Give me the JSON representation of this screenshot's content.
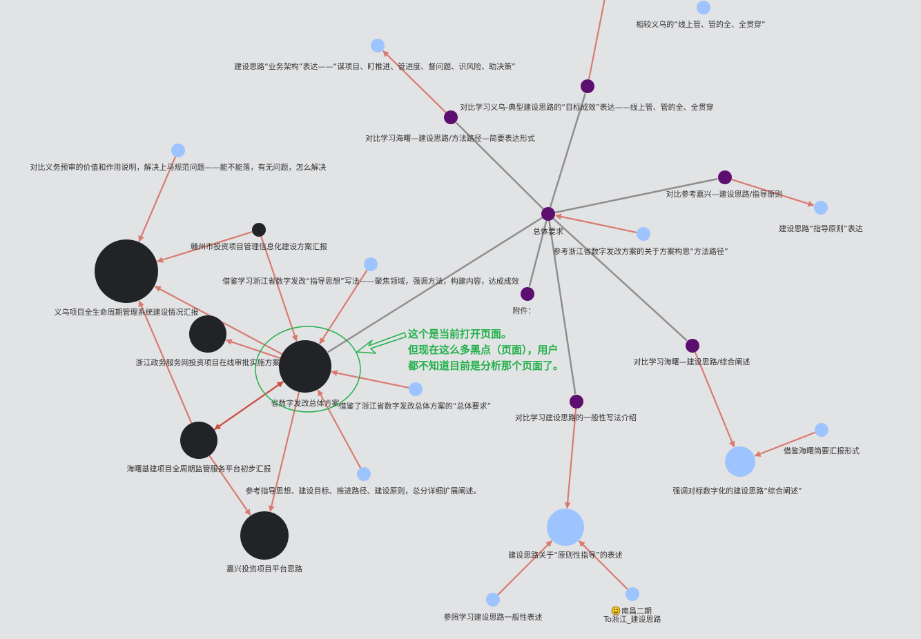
{
  "colors": {
    "background": "#e2e3e5",
    "black_node": "#222326",
    "purple_node": "#5c0f6e",
    "blue_node": "#9ec4ff",
    "red_edge": "#d97a70",
    "red_edge_dark": "#cc4d42",
    "gray_edge": "#8e8e8e",
    "annotation": "#22b04a"
  },
  "nodes": [
    {
      "id": "n_top_blue",
      "label": "相较义乌的“线上管、管的全、全贯穿”",
      "type": "blue"
    },
    {
      "id": "n_yewu",
      "label": "建设思路“业务架构”表达——“谋项目、盯推进、管进度、督问题、识风险、助决策”",
      "type": "blue"
    },
    {
      "id": "n_yiwu_purple",
      "label": "对比学习义乌-典型建设思路的“目标成效”表达——线上管、管的全、全贯穿",
      "type": "purple"
    },
    {
      "id": "n_haishu_fangfa",
      "label": "对比学习海曙—建设思路/方法路径—简要表达形式",
      "type": "purple"
    },
    {
      "id": "n_yiwu_yushen",
      "label": "对比义务预审的价值和作用说明，解决上马规范问题——能不能落，有无问题，怎么解决",
      "type": "blue"
    },
    {
      "id": "n_jiaxing_zhidao",
      "label": "对比参考嘉兴—建设思路/指导原则",
      "type": "purple"
    },
    {
      "id": "n_zhidao_yuanze",
      "label": "建设思路“指导原则”表达",
      "type": "blue"
    },
    {
      "id": "n_zongti",
      "label": "总体要求",
      "type": "purple"
    },
    {
      "id": "n_ganzhou",
      "label": "赣州市投资项目管理信息化建设方案汇报",
      "type": "black"
    },
    {
      "id": "n_fangfa_lujing",
      "label": "参考浙江省数字发改方案的关于方案构思“方法路径”",
      "type": "blue"
    },
    {
      "id": "n_yiwu_big",
      "label": "义乌项目全生命周期管理系统建设情况汇报",
      "type": "black"
    },
    {
      "id": "n_zhidao_sixiang",
      "label": "借鉴学习浙江省数字发改“指导思想”写法——聚焦领域，强调方法，构建内容，达成成效",
      "type": "blue"
    },
    {
      "id": "n_fujian",
      "label": "附件：",
      "type": "purple"
    },
    {
      "id": "n_zhejiang_zwfw",
      "label": "浙江政务服务网投资项目在线审批实施方案",
      "type": "black"
    },
    {
      "id": "n_center",
      "label": "省数字发改总体方案",
      "type": "black"
    },
    {
      "id": "n_haishu_zonghe",
      "label": "对比学习海曙—建设思路/综合阐述",
      "type": "purple"
    },
    {
      "id": "n_zongti_yaoqiu",
      "label": "借鉴了浙江省数字发改总体方案的“总体要求”",
      "type": "blue"
    },
    {
      "id": "n_yiban_xiefa",
      "label": "对比学习建设思路的一般性写法介绍",
      "type": "purple"
    },
    {
      "id": "n_haishu_jianyao",
      "label": "借鉴海曙简要汇报形式",
      "type": "blue"
    },
    {
      "id": "n_zonghe_chanshu",
      "label": "强调对标数字化的建设思路“综合阐述”",
      "type": "blue"
    },
    {
      "id": "n_haishu_jijian",
      "label": "海曙基建项目全周期监管服务平台初步汇报",
      "type": "black"
    },
    {
      "id": "n_canzhao_zhidao",
      "label": "参考指导思想、建设目标、推进路径、建设原则，总分详细扩展阐述。",
      "type": "blue"
    },
    {
      "id": "n_yuanze_biaoda",
      "label": "建设思路关于“原则性指导”的表述",
      "type": "blue"
    },
    {
      "id": "n_jiaxing_pingtai",
      "label": "嘉兴投资项目平台思路",
      "type": "black"
    },
    {
      "id": "n_canzhao_yiban",
      "label": "参照学习建设思路一般性表述",
      "type": "blue"
    },
    {
      "id": "n_nanchang",
      "label": "南昌二期",
      "label2": "To浙江_建设思路",
      "type": "blue",
      "icon": "smiley-icon"
    }
  ],
  "annotation": {
    "lines": [
      "这个是当前打开页面。",
      "但现在这么多黑点（页面），用户",
      "都不知道目前是分析那个页面了。"
    ]
  }
}
